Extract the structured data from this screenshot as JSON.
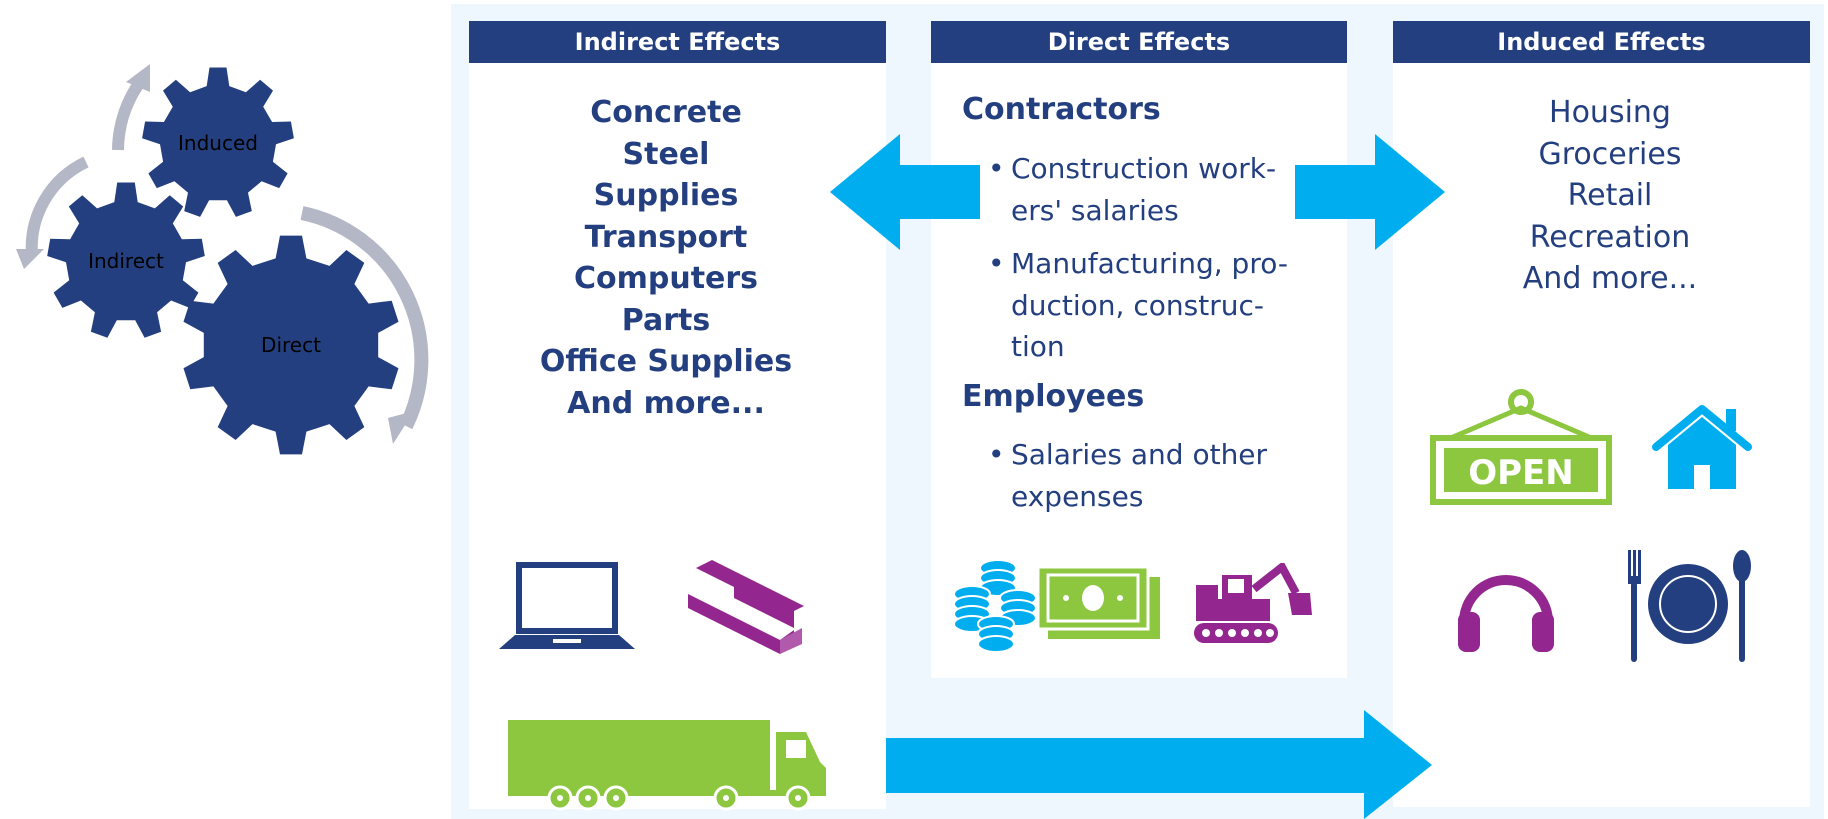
{
  "gears": {
    "induced": "Induced",
    "indirect": "Indirect",
    "direct": "Direct"
  },
  "columns": {
    "indirect": {
      "header": "Indirect Effects",
      "items": [
        "Concrete",
        "Steel",
        "Supplies",
        "Transport",
        "Computers",
        "Parts",
        "Office Supplies",
        "And more..."
      ]
    },
    "direct": {
      "header": "Direct Effects",
      "section1": "Contractors",
      "bullets1": [
        [
          "Construction work-",
          "ers' salaries"
        ],
        [
          "Manufacturing, pro-",
          "duction, construc-",
          "tion"
        ]
      ],
      "section2": "Employees",
      "bullets2": [
        [
          "Salaries and other",
          "expenses"
        ]
      ]
    },
    "induced": {
      "header": "Induced Effects",
      "items": [
        "Housing",
        "Groceries",
        "Retail",
        "Recreation",
        "And more..."
      ]
    }
  },
  "icons": {
    "open_sign": "OPEN",
    "names": [
      "laptop-icon",
      "steel-beam-icon",
      "truck-icon",
      "coins-icon",
      "money-icon",
      "excavator-icon",
      "open-sign-icon",
      "house-icon",
      "headphones-icon",
      "dining-icon"
    ]
  },
  "colors": {
    "navy": "#243f7f",
    "arrow_blue": "#00aeef",
    "green": "#8dc63f",
    "purple": "#93278f",
    "gear_blue": "#243f7f",
    "cycle_arrow": "#b3b7c6"
  }
}
